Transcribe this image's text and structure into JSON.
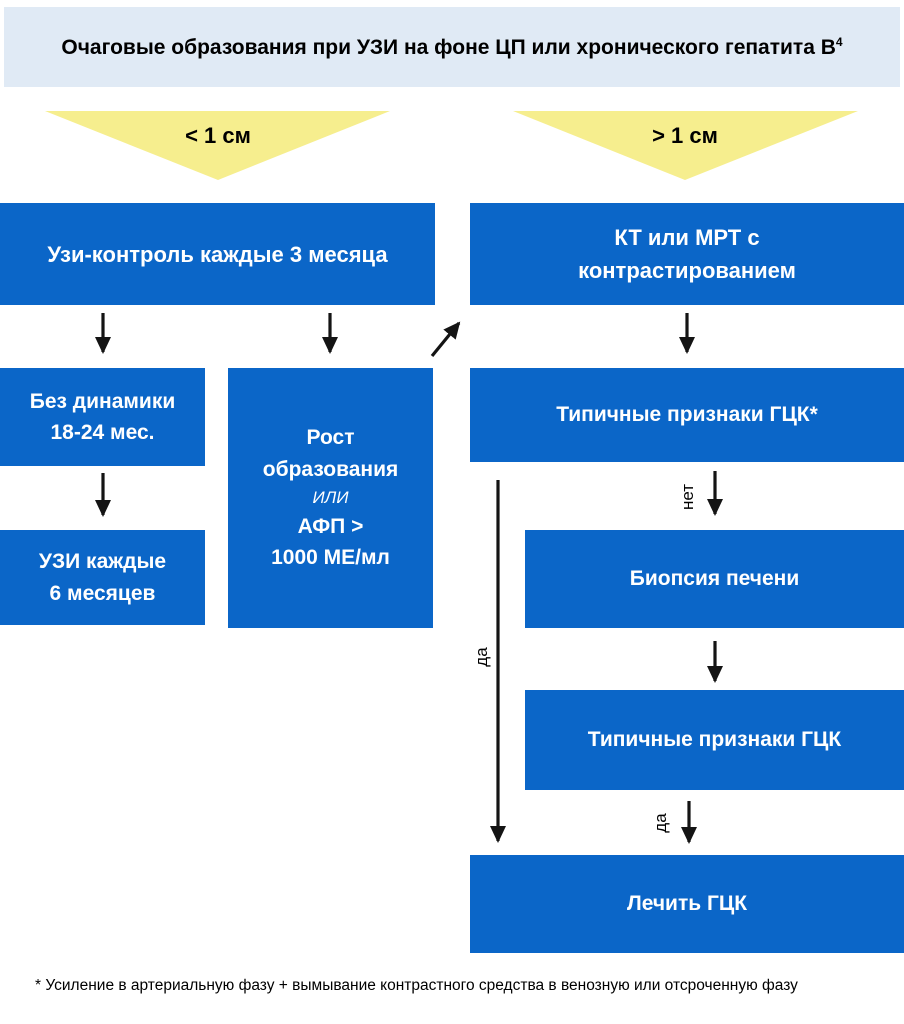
{
  "header": {
    "title": "Очаговые образования при УЗИ на фоне ЦП или хронического гепатита В",
    "superscript": "4"
  },
  "branch_arrows": {
    "left_label": "< 1 см",
    "right_label": "> 1 см"
  },
  "boxes": {
    "uzi_control": {
      "label": "Узи-контроль каждые 3 месяца"
    },
    "kt_mrt": {
      "line1": "КТ или МРТ с",
      "line2": "контрастированием"
    },
    "bez_dinamiki": {
      "line1": "Без динамики",
      "line2": "18-24 мес."
    },
    "rost": {
      "line1": "Рост",
      "line2": "образования",
      "or": "ИЛИ",
      "line3": "АФП >",
      "line4": "1000 МЕ/мл"
    },
    "tipichnye_priznaki_1": {
      "label": "Типичные признаки ГЦК*"
    },
    "uzi_6": {
      "line1": "УЗИ каждые",
      "line2": "6 месяцев"
    },
    "biopsia": {
      "label": "Биопсия печени"
    },
    "tipichnye_priznaki_2": {
      "label": "Типичные признаки ГЦК"
    },
    "lechit": {
      "label": "Лечить ГЦК"
    }
  },
  "edge_labels": {
    "net": "нет",
    "da_long": "да",
    "da_short": "да"
  },
  "footnote": "* Усиление в артериальную фазу + вымывание контрастного средства в венозную или отсроченную фазу",
  "colors": {
    "box_blue": "#0b66c8",
    "header_background": "#e0eaf5",
    "branch_yellow": "#f6ee8e",
    "arrow_black": "#141414",
    "text_white": "#ffffff",
    "text_black": "#000000"
  }
}
